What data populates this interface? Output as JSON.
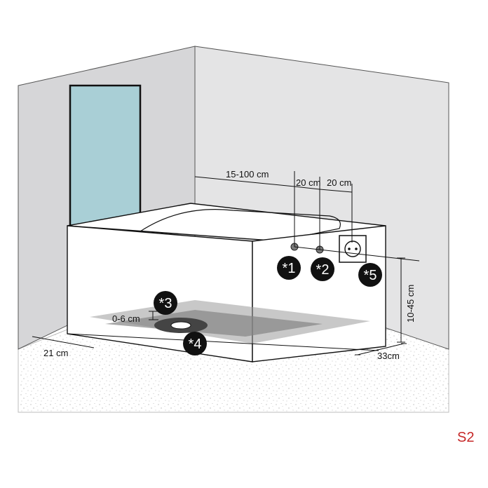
{
  "diagram": {
    "dimensions": {
      "dist_wall_pipes": "15-100 cm",
      "pipe_spacing_1": "20 cm",
      "pipe_spacing_2": "20 cm",
      "socket_height": "10-45 cm",
      "front_depth": "21 cm",
      "side_depth": "33cm",
      "drain_height": "0-6 cm"
    },
    "markers": {
      "m1": "*1",
      "m2": "*2",
      "m3": "*3",
      "m4": "*4",
      "m5": "*5"
    },
    "corner_label": "S2",
    "colors": {
      "wall_back": "#e4e4e5",
      "wall_left": "#d6d6d8",
      "glass": "#a9cfd6",
      "drain_area": "#909090",
      "marker_bg": "#111111",
      "tag": "#c62828"
    }
  }
}
